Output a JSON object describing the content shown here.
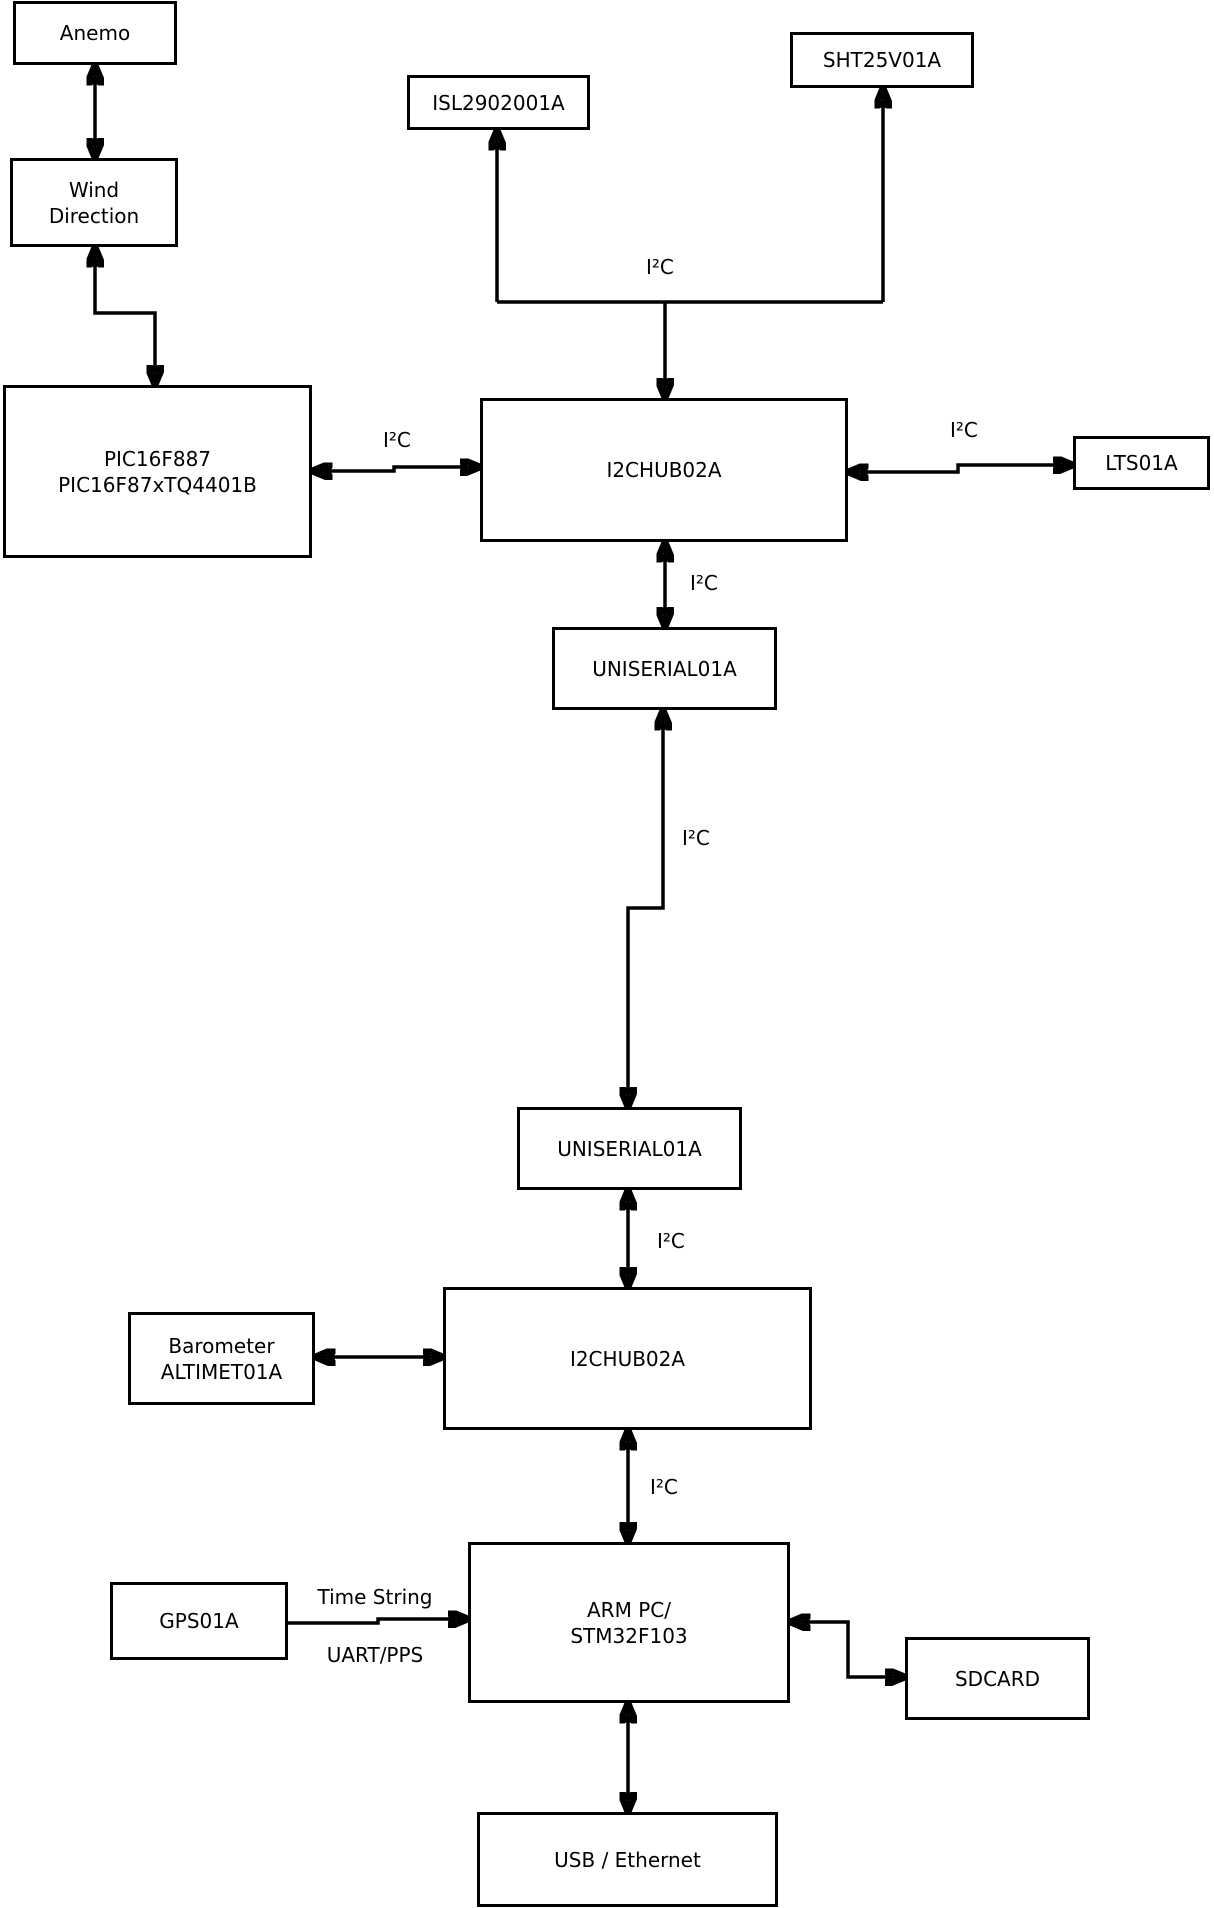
{
  "nodes": {
    "anemo": {
      "label": "Anemo"
    },
    "wind_direction": {
      "label": "Wind\nDirection"
    },
    "isl": {
      "label": "ISL2902001A"
    },
    "sht": {
      "label": "SHT25V01A"
    },
    "pic": {
      "label": "PIC16F887\nPIC16F87xTQ4401B"
    },
    "i2chub_top": {
      "label": "I2CHUB02A"
    },
    "lts": {
      "label": "LTS01A"
    },
    "uniserial_top": {
      "label": "UNISERIAL01A"
    },
    "uniserial_bottom": {
      "label": "UNISERIAL01A"
    },
    "i2chub_bottom": {
      "label": "I2CHUB02A"
    },
    "barometer": {
      "label": "Barometer\nALTIMET01A"
    },
    "armpc": {
      "label": "ARM PC/\nSTM32F103"
    },
    "gps": {
      "label": "GPS01A"
    },
    "sdcard": {
      "label": "SDCARD"
    },
    "usb": {
      "label": "USB / Ethernet"
    }
  },
  "edge_labels": {
    "i2c_top": "I²C",
    "i2c_pic": "I²C",
    "i2c_lts": "I²C",
    "i2c_hub_uni": "I²C",
    "i2c_long": "I²C",
    "i2c_uni_hub2": "I²C",
    "i2c_hub2_arm": "I²C",
    "time_string": "Time String",
    "uart_pps": "UART/PPS"
  },
  "colors": {
    "line": "#000000",
    "background": "#ffffff"
  }
}
